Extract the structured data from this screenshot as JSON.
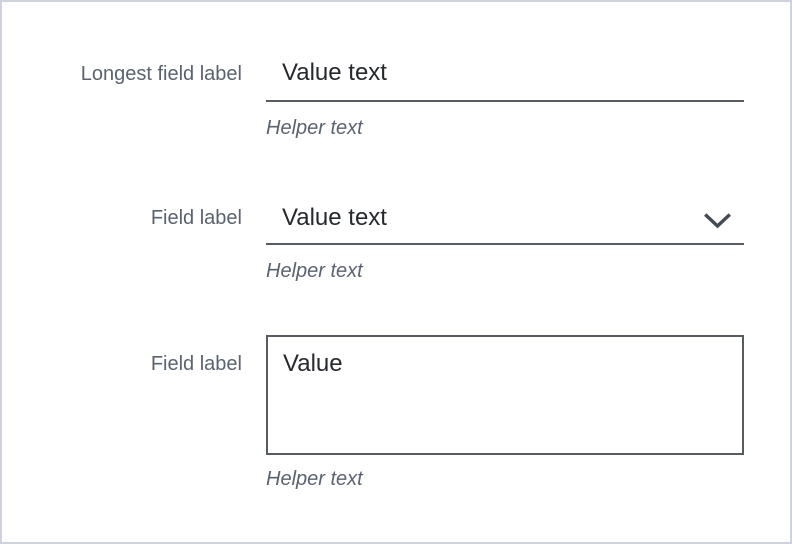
{
  "page": {
    "background": "#ffffff",
    "border_color": "#cdd2db"
  },
  "colors": {
    "label": "#5b6270",
    "value": "#26292e",
    "helper": "#5b6270",
    "line": "#575c63",
    "chevron": "#454b57"
  },
  "fields": [
    {
      "type": "text",
      "label": "Longest field label",
      "value": "Value text",
      "helper": "Helper text"
    },
    {
      "type": "select",
      "label": "Field label",
      "value": "Value text",
      "helper": "Helper text",
      "icon": "chevron-down-icon"
    },
    {
      "type": "textarea",
      "label": "Field label",
      "value": "Value",
      "helper": "Helper text"
    }
  ]
}
